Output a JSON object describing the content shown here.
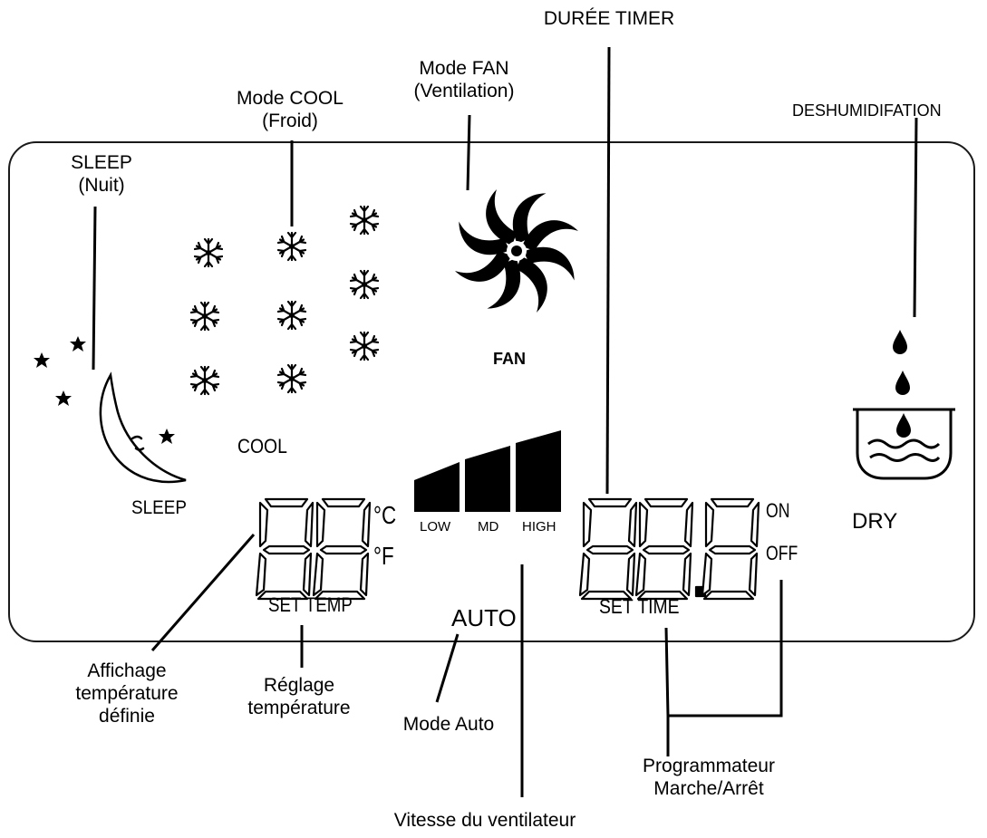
{
  "callouts": {
    "duree_timer": "DURÉE TIMER",
    "mode_cool_line1": "Mode COOL",
    "mode_cool_line2": "(Froid)",
    "mode_fan_line1": "Mode FAN",
    "mode_fan_line2": "(Ventilation)",
    "deshumidification": "DESHUMIDIFATION",
    "sleep_line1": "SLEEP",
    "sleep_line2": "(Nuit)",
    "affichage_line1": "Affichage",
    "affichage_line2": "température",
    "affichage_line3": "définie",
    "reglage_line1": "Réglage",
    "reglage_line2": "température",
    "mode_auto": "Mode Auto",
    "programmateur_line1": "Programmateur",
    "programmateur_line2": "Marche/Arrêt",
    "vitesse": "Vitesse du ventilateur"
  },
  "display": {
    "cool": "COOL",
    "fan": "FAN",
    "sleep": "SLEEP",
    "dry": "DRY",
    "celsius": "°C",
    "fahrenheit": "°F",
    "low": "LOW",
    "md": "MD",
    "high": "HIGH",
    "on": "ON",
    "off": "OFF",
    "set_temp": "SET TEMP",
    "set_time": "SET TIME",
    "auto": "AUTO",
    "temp_digits": "88",
    "time_digits": "88.8"
  },
  "icons": [
    "snowflake-icon",
    "fan-icon",
    "moon-icon",
    "star-icon",
    "water-drop-icon",
    "dry-basin-icon"
  ],
  "colors": {
    "ink": "#000000",
    "background": "#ffffff",
    "frame": "#1a1a1a"
  }
}
